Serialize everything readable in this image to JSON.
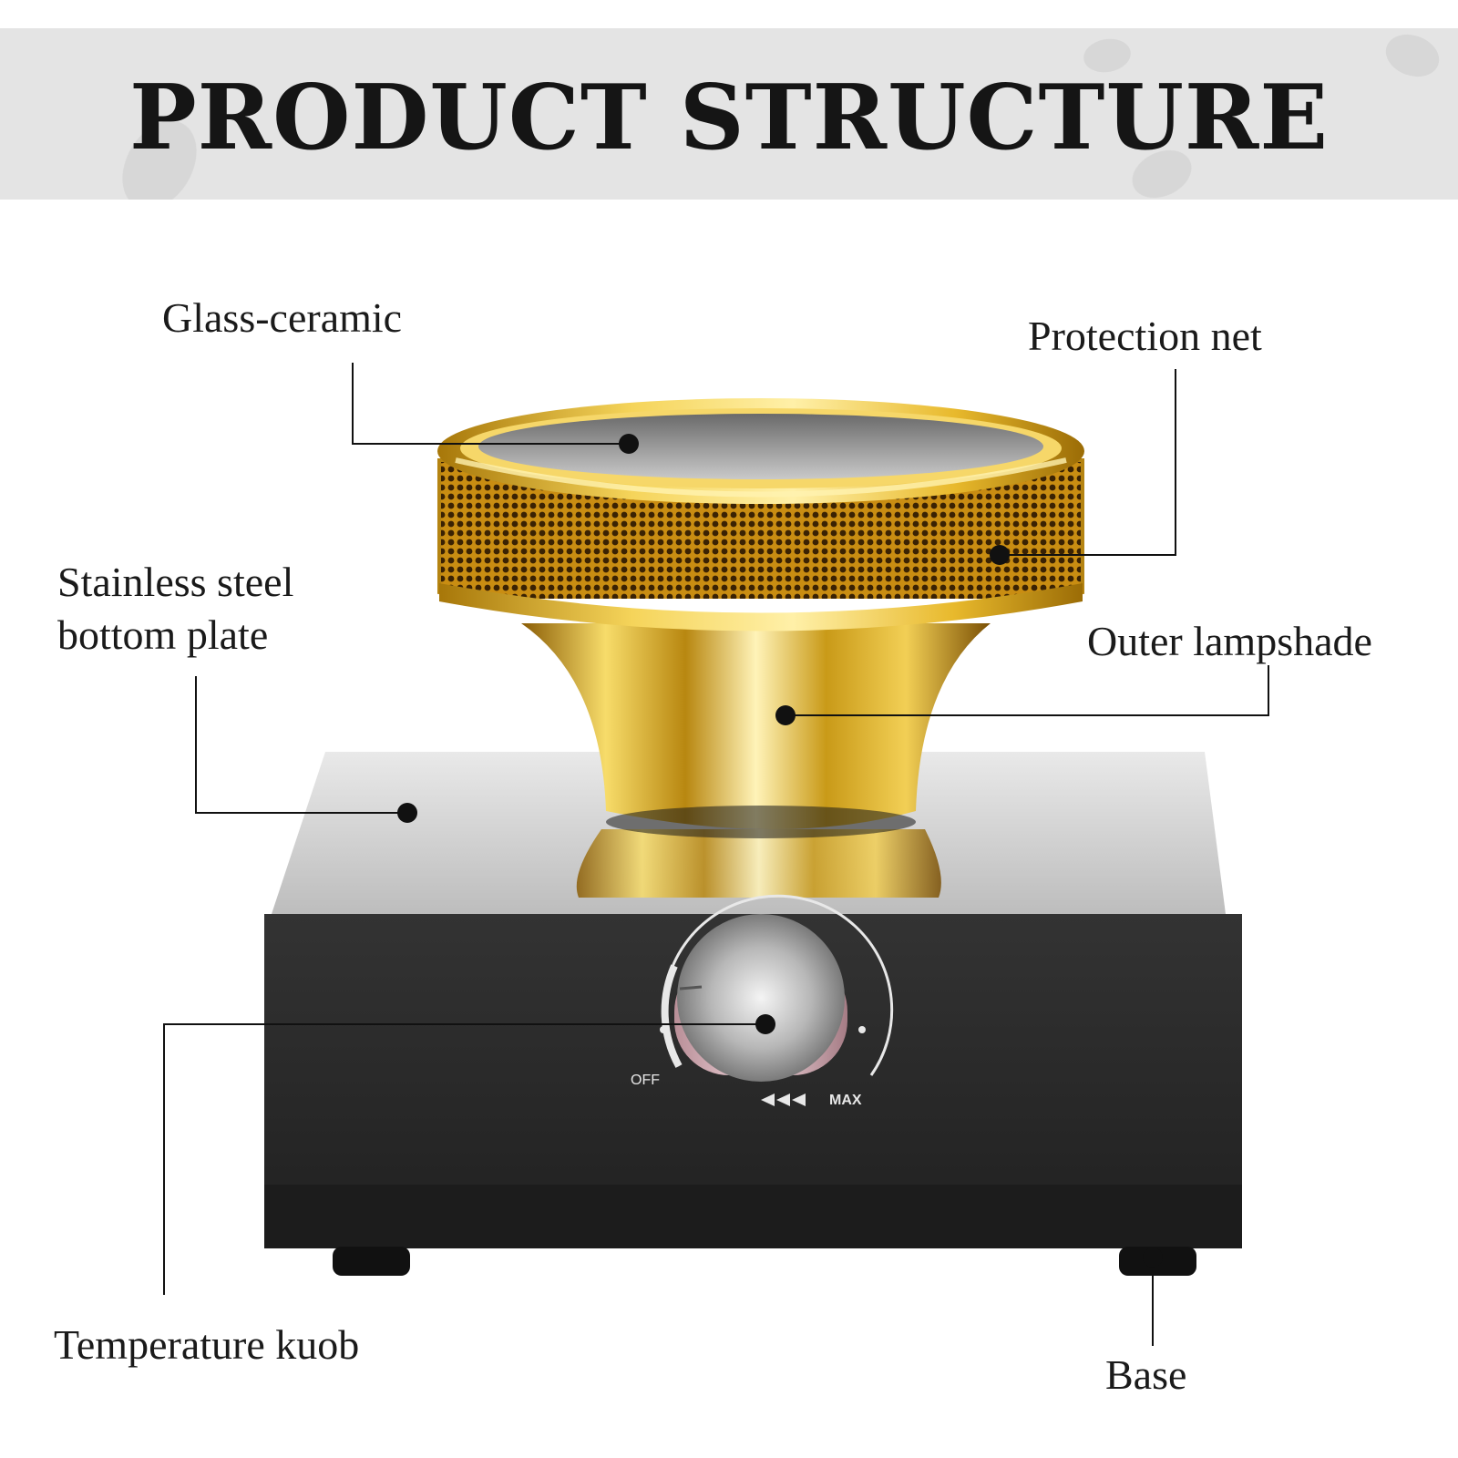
{
  "title": "PRODUCT STRUCTURE",
  "labels": {
    "glass_ceramic": "Glass-ceramic",
    "protection_net": "Protection net",
    "stainless_line1": "Stainless steel",
    "stainless_line2": "bottom plate",
    "outer_lampshade": "Outer lampshade",
    "temperature_knob": "Temperature kuob",
    "base": "Base"
  },
  "dial": {
    "off_label": "OFF",
    "max_label": "MAX"
  },
  "colors": {
    "header_band": "#e4e4e4",
    "gold": "#e2b62a",
    "base_black": "#2a2a2a",
    "callout": "#111111"
  }
}
